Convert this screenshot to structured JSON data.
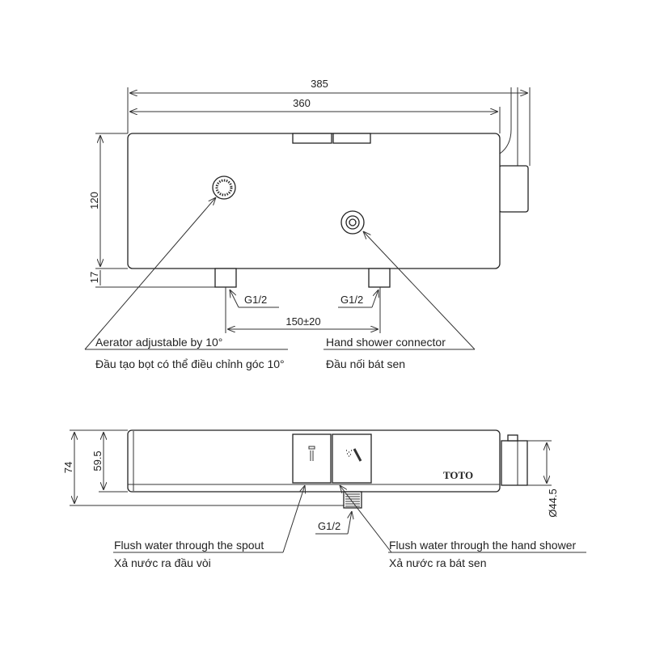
{
  "top_view": {
    "dim_overall_width": "385",
    "dim_body_width": "360",
    "dim_height": "120",
    "dim_leg": "17",
    "dim_spacing": "150±20",
    "thread_left": "G1/2",
    "thread_right": "G1/2",
    "aerator_label_en": "Aerator adjustable by 10°",
    "aerator_label_vi": "Đầu tạo bọt có thể điều chỉnh góc 10°",
    "connector_label_en": "Hand shower connector",
    "connector_label_vi": "Đầu nối bát sen"
  },
  "front_view": {
    "dim_total_depth": "74",
    "dim_body_depth": "59.5",
    "dim_diameter": "Ø44.5",
    "thread": "G1/2",
    "brand_logo": "TOTO",
    "spout_label_en": "Flush water through the spout",
    "spout_label_vi": "Xả nước ra  đầu vòi",
    "shower_label_en": "Flush water through the hand shower",
    "shower_label_vi": "Xả nước ra bát sen"
  }
}
